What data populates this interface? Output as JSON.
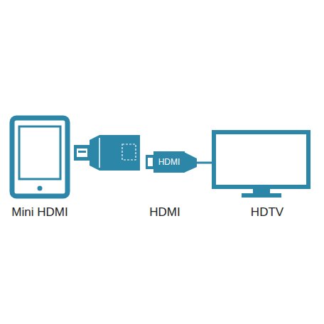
{
  "diagram": {
    "nodes": [
      {
        "text": [
          "HDMI"
        ]
      }
    ],
    "labels": [
      "Mini HDMI",
      "HDMI",
      "HDTV"
    ]
  }
}
